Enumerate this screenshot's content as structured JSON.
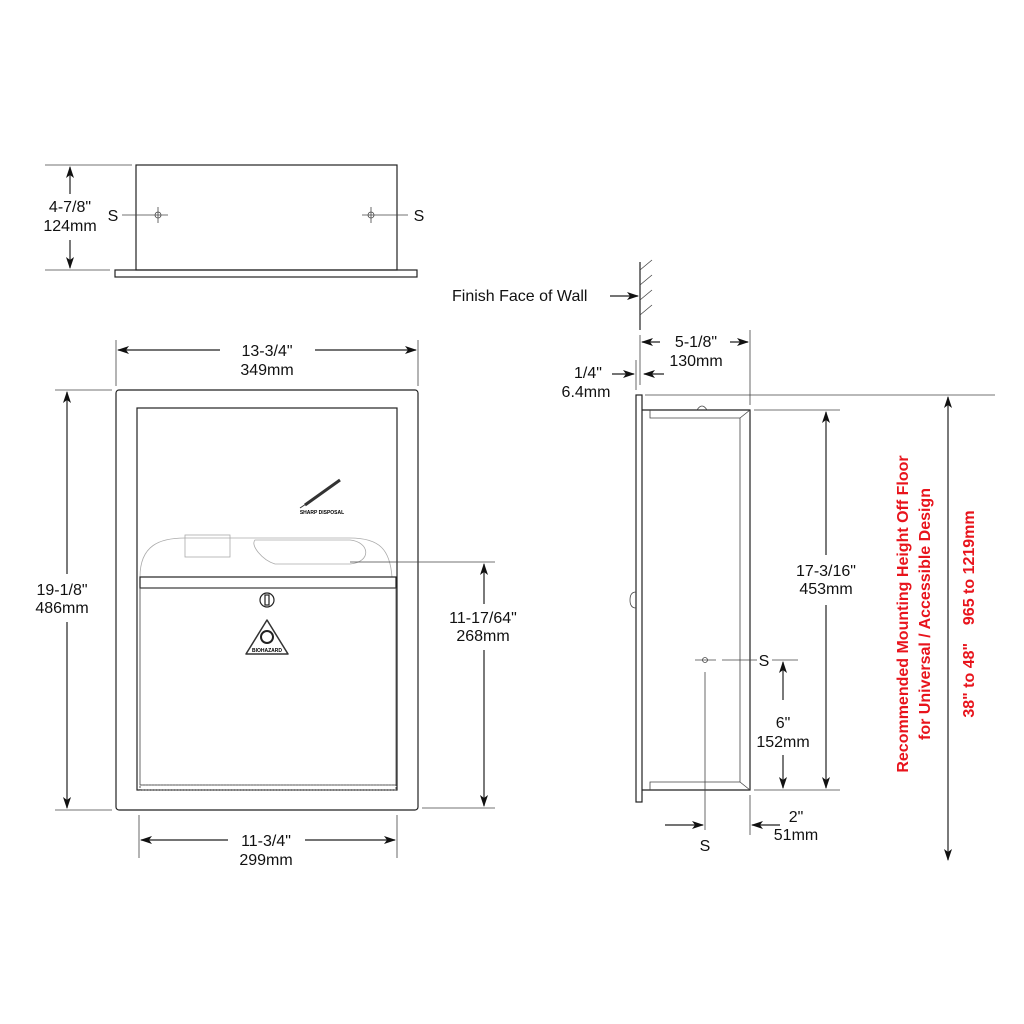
{
  "top_view": {
    "height_in": "4-7/8\"",
    "height_mm": "124mm",
    "stud_left": "S",
    "stud_right": "S"
  },
  "front_view": {
    "width_in": "13-3/4\"",
    "width_mm": "349mm",
    "height_in": "19-1/8\"",
    "height_mm": "486mm",
    "door_in": "11-17/64\"",
    "door_mm": "268mm",
    "inner_width_in": "11-3/4\"",
    "inner_width_mm": "299mm",
    "sharps_label": "SHARP DISPOSAL",
    "biohazard_label": "BIOHAZARD"
  },
  "side_view": {
    "wall_label": "Finish Face of Wall",
    "depth_in": "5-1/8\"",
    "depth_mm": "130mm",
    "flange_in": "1/4\"",
    "flange_mm": "6.4mm",
    "height_in": "17-3/16\"",
    "height_mm": "453mm",
    "stud_top": "S",
    "stud_height_in": "6\"",
    "stud_height_mm": "152mm",
    "stud_bottom": "S",
    "stud_offset_in": "2\"",
    "stud_offset_mm": "51mm"
  },
  "mounting": {
    "line1": "Recommended Mounting Height Off Floor",
    "line2": "for Universal / Accessible Design",
    "range": "38\" to 48\"    965 to 1219mm",
    "color": "#e8141c"
  }
}
